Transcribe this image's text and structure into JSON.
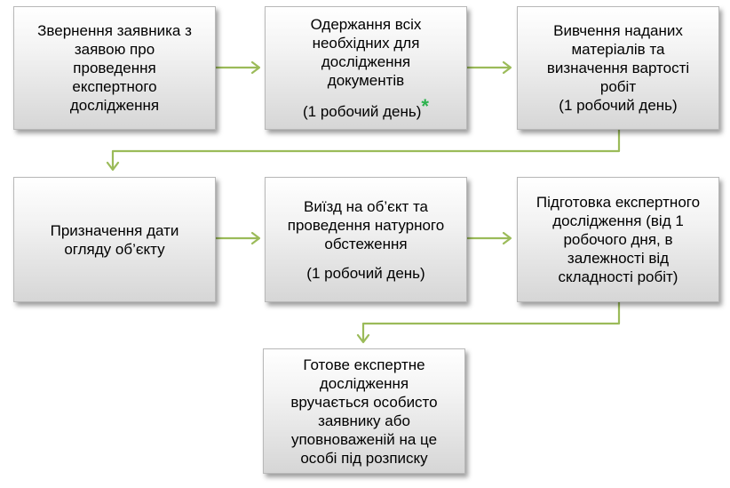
{
  "steps": [
    {
      "id": "step-1",
      "lines": [
        "Звернення заявника з",
        "заявою про",
        "проведення",
        "експертного",
        "дослідження"
      ]
    },
    {
      "id": "step-2",
      "lines": [
        "Одержання всіх",
        "необхідних для",
        "дослідження",
        "документів"
      ],
      "duration": "(1 робочий день)",
      "marker": "*"
    },
    {
      "id": "step-3",
      "lines": [
        "Вивчення наданих",
        "матеріалів та",
        "визначення вартості",
        "робіт"
      ],
      "duration": "(1 робочий день)"
    },
    {
      "id": "step-4",
      "lines": [
        "Призначення дати",
        "огляду об’єкту"
      ]
    },
    {
      "id": "step-5",
      "lines": [
        "Виїзд на об’єкт та",
        "проведення натурного",
        "обстеження"
      ],
      "duration": "(1 робочий день)"
    },
    {
      "id": "step-6",
      "lines": [
        "Підготовка експертного",
        "дослідження (від 1",
        "робочого дня, в",
        "залежності від",
        "складності робіт)"
      ]
    },
    {
      "id": "step-7",
      "lines": [
        "Готове експертне",
        "дослідження",
        "вручається особисто",
        "заявнику або",
        "уповноваженій на це",
        "особі під розписку"
      ]
    }
  ],
  "colors": {
    "connector": "#9bbb59",
    "marker": "#2bb24c",
    "box_border": "#b8b8b8"
  }
}
